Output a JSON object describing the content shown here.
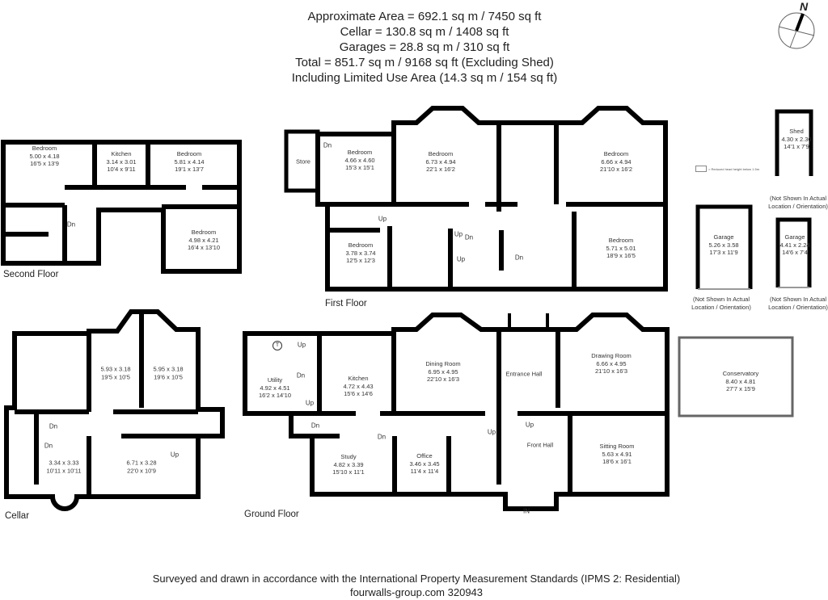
{
  "header": {
    "lines": [
      "Approximate  Area = 692.1 sq m / 7450 sq ft",
      "Cellar = 130.8 sq m / 1408 sq ft",
      "Garages = 28.8 sq m / 310 sq ft",
      "Total = 851.7 sq m / 9168 sq ft (Excluding Shed)",
      "Including Limited Use Area (14.3 sq m / 154 sq ft)"
    ]
  },
  "compass": {
    "label": "N",
    "icon": "north-arrow-icon"
  },
  "legend": {
    "text": "= Reduced head height below 1.5m"
  },
  "floors": {
    "second": {
      "title": "Second Floor",
      "rooms": [
        {
          "name": "Bedroom",
          "metric": "5.00 x 4.18",
          "imperial": "16'5 x 13'9"
        },
        {
          "name": "Kitchen",
          "metric": "3.14 x 3.01",
          "imperial": "10'4 x 9'11"
        },
        {
          "name": "Bedroom",
          "metric": "5.81 x 4.14",
          "imperial": "19'1 x 13'7"
        },
        {
          "name": "Bedroom",
          "metric": "4.98 x 4.21",
          "imperial": "16'4 x 13'10"
        }
      ],
      "markers": [
        "Dn"
      ]
    },
    "first": {
      "title": "First Floor",
      "rooms": [
        {
          "name": "Store",
          "metric": "",
          "imperial": ""
        },
        {
          "name": "Bedroom",
          "metric": "4.66 x 4.60",
          "imperial": "15'3 x 15'1"
        },
        {
          "name": "Bedroom",
          "metric": "6.73 x 4.94",
          "imperial": "22'1 x 16'2"
        },
        {
          "name": "Bedroom",
          "metric": "6.66 x 4.94",
          "imperial": "21'10 x 16'2"
        },
        {
          "name": "Bedroom",
          "metric": "3.78 x 3.74",
          "imperial": "12'5 x 12'3"
        },
        {
          "name": "Bedroom",
          "metric": "5.71 x 5.01",
          "imperial": "18'9 x 16'5"
        }
      ],
      "markers": [
        "Up",
        "Up",
        "Dn",
        "Up",
        "Dn",
        "Dn"
      ]
    },
    "ground": {
      "title": "Ground Floor",
      "rooms": [
        {
          "name": "Utility",
          "metric": "4.92 x 4.51",
          "imperial": "16'2 x 14'10"
        },
        {
          "name": "Kitchen",
          "metric": "4.72 x 4.43",
          "imperial": "15'6 x 14'6"
        },
        {
          "name": "Dining Room",
          "metric": "6.95 x 4.95",
          "imperial": "22'10 x 16'3"
        },
        {
          "name": "Entrance Hall",
          "metric": "",
          "imperial": ""
        },
        {
          "name": "Drawing Room",
          "metric": "6.66 x 4.95",
          "imperial": "21'10 x 16'3"
        },
        {
          "name": "Conservatory",
          "metric": "8.40 x 4.81",
          "imperial": "27'7 x 15'9"
        },
        {
          "name": "Front Hall",
          "metric": "",
          "imperial": ""
        },
        {
          "name": "Study",
          "metric": "4.82 x 3.39",
          "imperial": "15'10 x 11'1"
        },
        {
          "name": "Office",
          "metric": "3.46 x 3.45",
          "imperial": "11'4 x 11'4"
        },
        {
          "name": "Sitting Room",
          "metric": "5.63 x 4.91",
          "imperial": "18'6 x 16'1"
        }
      ],
      "markers": [
        "T",
        "Up",
        "Dn",
        "Up",
        "Dn",
        "Dn",
        "Up",
        "Up",
        "IN"
      ]
    },
    "cellar": {
      "title": "Cellar",
      "rooms": [
        {
          "name": "",
          "metric": "5.93 x 3.18",
          "imperial": "19'5 x 10'5"
        },
        {
          "name": "",
          "metric": "5.95 x 3.18",
          "imperial": "19'6 x 10'5"
        },
        {
          "name": "",
          "metric": "3.34 x 3.33",
          "imperial": "10'11 x 10'11"
        },
        {
          "name": "",
          "metric": "6.71 x 3.28",
          "imperial": "22'0 x 10'9"
        }
      ],
      "markers": [
        "Dn",
        "Dn",
        "Up"
      ]
    },
    "outbuildings": {
      "title": "",
      "rooms": [
        {
          "name": "Shed",
          "metric": "4.30 x 2.36",
          "imperial": "14'1 x 7'9"
        },
        {
          "name": "Garage",
          "metric": "5.26 x 3.58",
          "imperial": "17'3 x 11'9"
        },
        {
          "name": "Garage",
          "metric": "4.41 x 2.24",
          "imperial": "14'6 x 7'4"
        }
      ],
      "markers": []
    }
  },
  "notes": {
    "line1": "(Not Shown In Actual",
    "line2": "Location / Orientation)"
  },
  "footer": {
    "line1": "Surveyed and drawn in accordance with the International Property Measurement Standards (IPMS 2: Residential)",
    "line2": "fourwalls-group.com 320943"
  }
}
